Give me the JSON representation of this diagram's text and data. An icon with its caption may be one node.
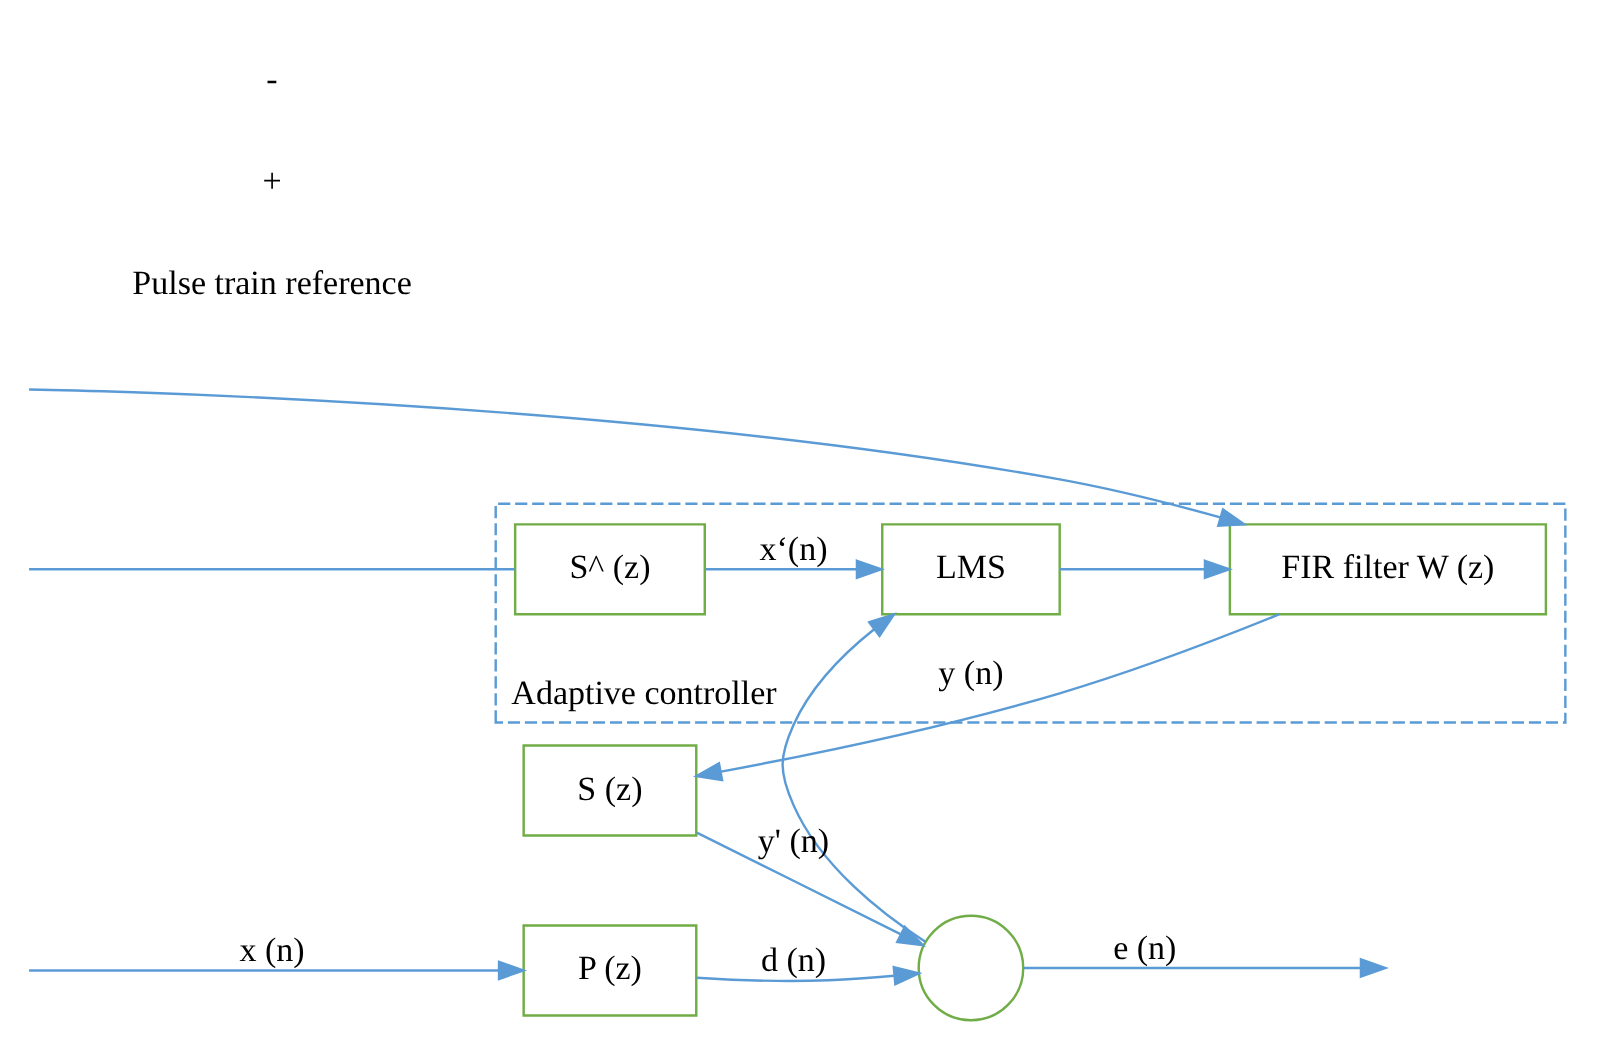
{
  "diagram": {
    "nodes": [
      {
        "text": [
          "Adaptive controller"
        ]
      },
      {
        "text": [
          "P (z)"
        ]
      },
      {
        "text": [],
        "shape": "circle"
      },
      {
        "text": [
          "FIR filter W (z)"
        ],
        "in": 0
      },
      {
        "text": [
          "S (z)"
        ]
      },
      {
        "text": [
          "S^ (z)"
        ],
        "in": 0
      },
      {
        "text": [
          "LMS"
        ],
        "in": 0
      }
    ],
    "edges": [
      {
        "from": null,
        "to": 1,
        "arrow": "to",
        "label": "x (n)"
      },
      {
        "from": null,
        "to": 3,
        "arrow": "to"
      },
      {
        "from": null,
        "to": 5,
        "arrow": "none"
      },
      {
        "from": 1,
        "to": 2,
        "arrow": "to",
        "label": "d (n)"
      },
      {
        "from": 3,
        "to": 4,
        "arrow": "to",
        "label": "y (n)"
      },
      {
        "from": 4,
        "to": 2,
        "arrow": "to",
        "label": "y' (n)"
      },
      {
        "from": 2,
        "to": null,
        "arrow": "to",
        "label": "e (n)"
      },
      {
        "from": 2,
        "to": 6,
        "arrow": "to"
      },
      {
        "from": 5,
        "to": 6,
        "arrow": "to",
        "label": "x‘(n)"
      },
      {
        "from": 6,
        "to": 3,
        "arrow": "to"
      }
    ],
    "labels": [
      "Pulse train reference",
      "+",
      "-"
    ]
  }
}
